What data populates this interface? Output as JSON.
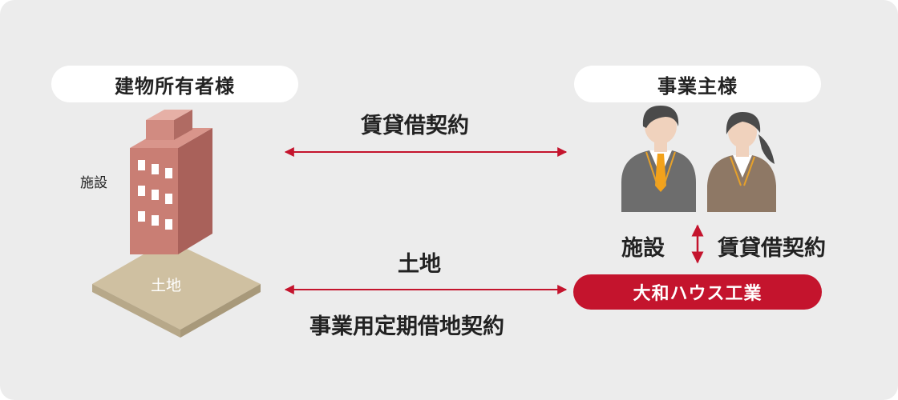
{
  "owner": {
    "label": "建物所有者様",
    "facility_label": "施設",
    "land_label": "土地"
  },
  "operator": {
    "label": "事業主様"
  },
  "contracts": {
    "top_label": "賃貸借契約",
    "bottom_top_label": "土地",
    "bottom_label": "事業用定期借地契約",
    "right_left_label": "施設",
    "right_right_label": "賃貸借契約"
  },
  "brand": {
    "name": "大和ハウス工業"
  },
  "colors": {
    "accent": "#c4142d",
    "panel": "#ececec",
    "building": "#c97e74",
    "land": "#cfc0a1"
  }
}
